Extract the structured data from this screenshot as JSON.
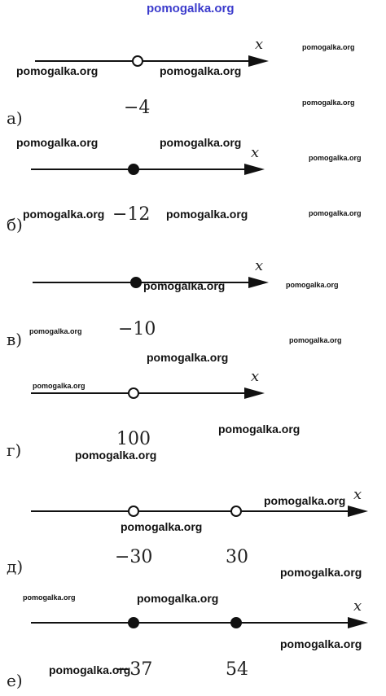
{
  "site": "pomogalka.org",
  "axis_variable": "x",
  "problems": [
    {
      "label": "а)",
      "points": [
        {
          "value": "−4",
          "filled": false
        }
      ]
    },
    {
      "label": "б)",
      "points": [
        {
          "value": "−12",
          "filled": true
        }
      ]
    },
    {
      "label": "в)",
      "points": [
        {
          "value": "−10",
          "filled": true
        }
      ]
    },
    {
      "label": "г)",
      "points": [
        {
          "value": "100",
          "filled": false
        }
      ]
    },
    {
      "label": "д)",
      "points": [
        {
          "value": "−30",
          "filled": false
        },
        {
          "value": "30",
          "filled": false
        }
      ]
    },
    {
      "label": "е)",
      "points": [
        {
          "value": "−37",
          "filled": true
        },
        {
          "value": "54",
          "filled": true
        }
      ]
    }
  ]
}
